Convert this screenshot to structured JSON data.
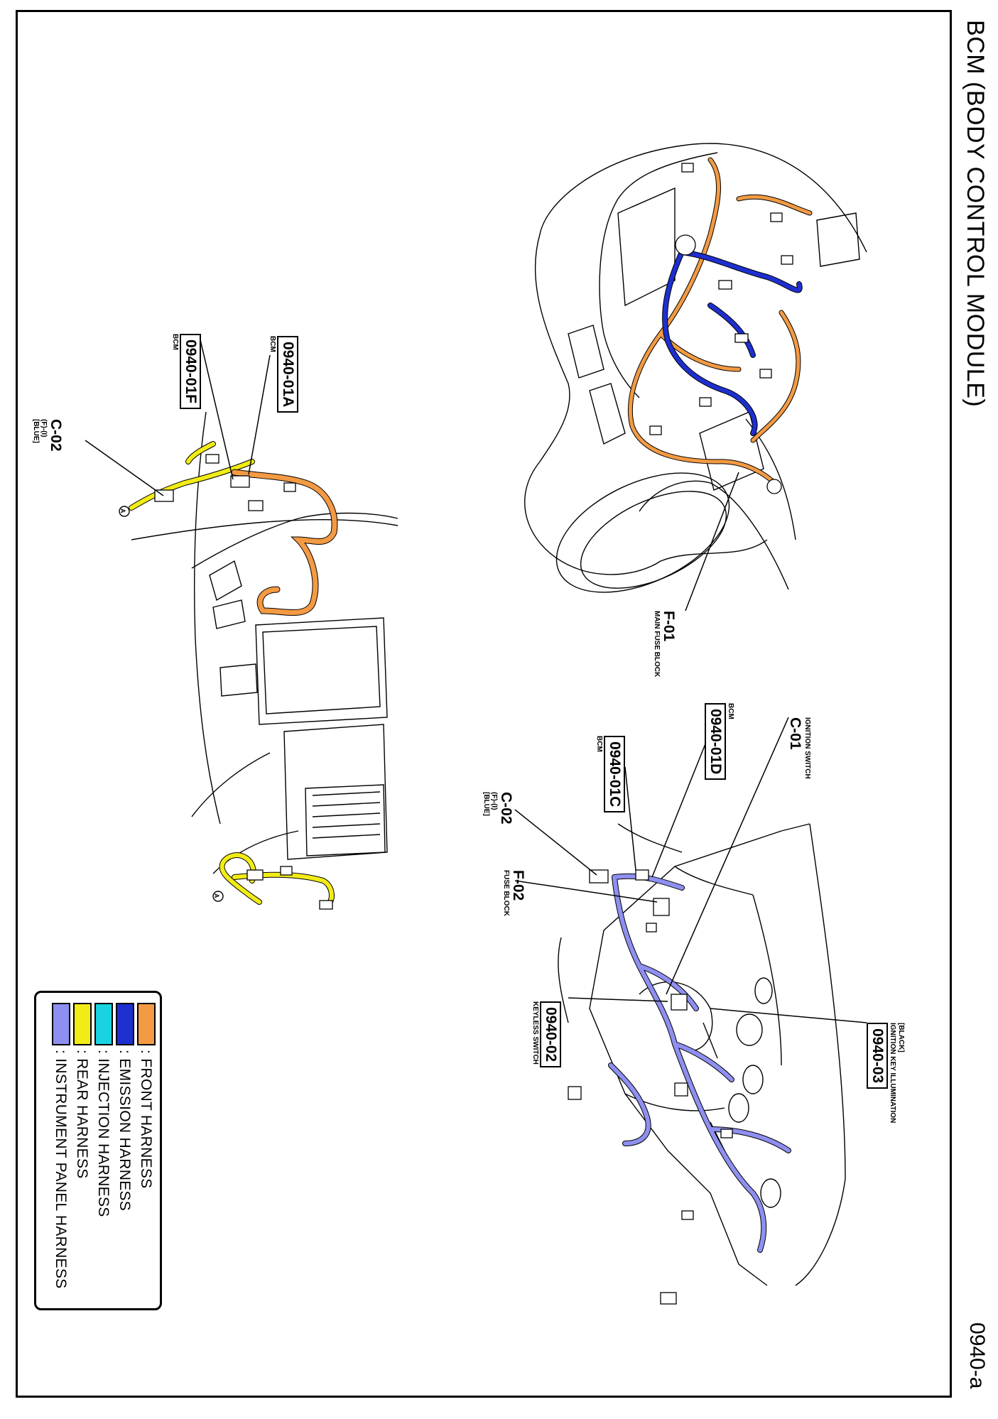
{
  "title": "BCM (BODY CONTROL MODULE)",
  "page_code": "0940-a",
  "upper_view": {
    "callouts": [
      {
        "id": "0940-01A",
        "caption": "BCM"
      },
      {
        "id": "0940-01F",
        "caption": "BCM"
      }
    ],
    "connector": {
      "id": "C-02",
      "lines": [
        "(F)-(I)",
        "[BLUE]"
      ]
    },
    "markers": [
      "A",
      "A"
    ]
  },
  "engine_view": {
    "connector": {
      "id": "F-01",
      "caption": "MAIN FUSE BLOCK"
    }
  },
  "panel_view": {
    "callouts": [
      {
        "id": "0940-01D",
        "caption": "BCM"
      },
      {
        "id": "0940-01C",
        "caption": "BCM"
      },
      {
        "id": "0940-02",
        "caption": "KEYLESS SWITCH"
      },
      {
        "id": "0940-03",
        "caption": "[BLACK]",
        "caption2": "IGNITION KEY ILLUMINATION"
      }
    ],
    "ignition": {
      "id": "C-01",
      "caption": "IGNITION SWITCH"
    },
    "connector": {
      "id": "C-02",
      "lines": [
        "(F)-(I)",
        "[BLUE]"
      ]
    },
    "fuse": {
      "id": "F-02",
      "caption": "FUSE BLOCK"
    }
  },
  "legend": {
    "items": [
      {
        "label": ": FRONT HARNESS",
        "color": "#f39a43"
      },
      {
        "label": ": EMISSION HARNESS",
        "color": "#1e2fcf"
      },
      {
        "label": ": INJECTION HARNESS",
        "color": "#19d3e0"
      },
      {
        "label": ": REAR HARNESS",
        "color": "#f2ec16"
      },
      {
        "label": ": INSTRUMENT PANEL HARNESS",
        "color": "#8e8ff0"
      }
    ]
  },
  "colors": {
    "front": "#f39a43",
    "emission": "#1e2fcf",
    "injection": "#19d3e0",
    "rear": "#f2ec16",
    "instrument": "#8e8ff0"
  }
}
